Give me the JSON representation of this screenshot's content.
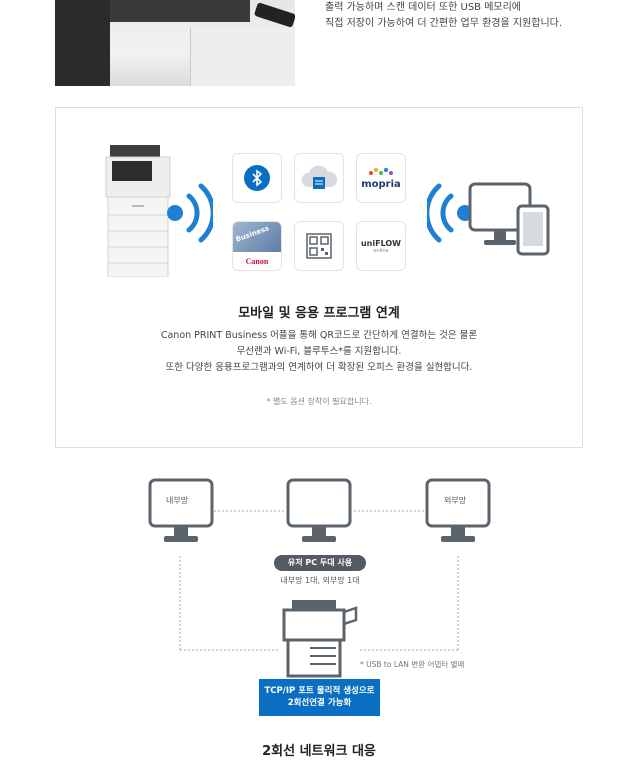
{
  "top": {
    "lines": [
      "출력 가능하며 스캔 데이터 또한 USB 메모리에",
      "직접 저장이 가능하여 더 간편한 업무 환경을 지원합니다."
    ]
  },
  "mobile": {
    "apps": {
      "business_label": "Business",
      "canon_label": "Canon",
      "mopria_label": "mopria",
      "uniflow_label": "uniFLOW",
      "uniflow_sub": "online"
    },
    "title": "모바일 및 응용 프로그램 연계",
    "desc": [
      "Canon PRINT Business 어플을 통해 QR코드로 간단하게 연결하는 것은 물론",
      "무선랜과 Wi-Fi, 블루투스*를 지원합니다.",
      "또한 다양한 응용프로그램과의 연계하여 더 확장된 오피스 환경을 실현합니다."
    ],
    "note": "* 별도 옵션 장착이 필요합니다."
  },
  "network": {
    "left_monitor_label": "내부망",
    "right_monitor_label": "외부망",
    "pill": "유저 PC 두대 사용",
    "pill_sub": "내부망 1대, 외부망 1대",
    "usb_note": "* USB to LAN 변환 어댑터 별매",
    "tcp_lines": [
      "TCP/IP 포트 물리적 생성으로",
      "2회선연결 가능화"
    ],
    "title": "2회선 네트워크 대응"
  },
  "colors": {
    "accent_blue": "#0a6fc2",
    "wifi_blue": "#1e7fd3",
    "icon_gray": "#5b636b",
    "pill_gray": "#555b62"
  },
  "icons": [
    "bluetooth-icon",
    "cloud-print-icon",
    "mopria-logo",
    "canon-business-app-icon",
    "qr-code-icon",
    "uniflow-logo",
    "wifi-icon",
    "monitor-icon",
    "multifunction-printer-icon"
  ]
}
